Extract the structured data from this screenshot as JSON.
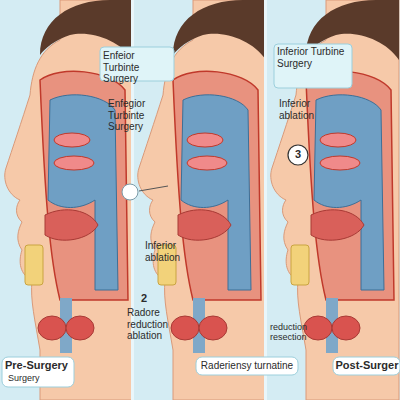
{
  "diagram": {
    "labels": [
      "Enfeior Turbinte Surgery",
      "Enfegior Turbinte Surgery",
      "Inferior Turbine Surgery",
      "Inferior ablation",
      "3",
      "Inferior ablation",
      "2",
      "Radore reduction ablation",
      "reduction resection",
      "Pre-Surgery",
      "Surgery",
      "Raderiensy turnatine",
      "Post-Surger"
    ]
  }
}
